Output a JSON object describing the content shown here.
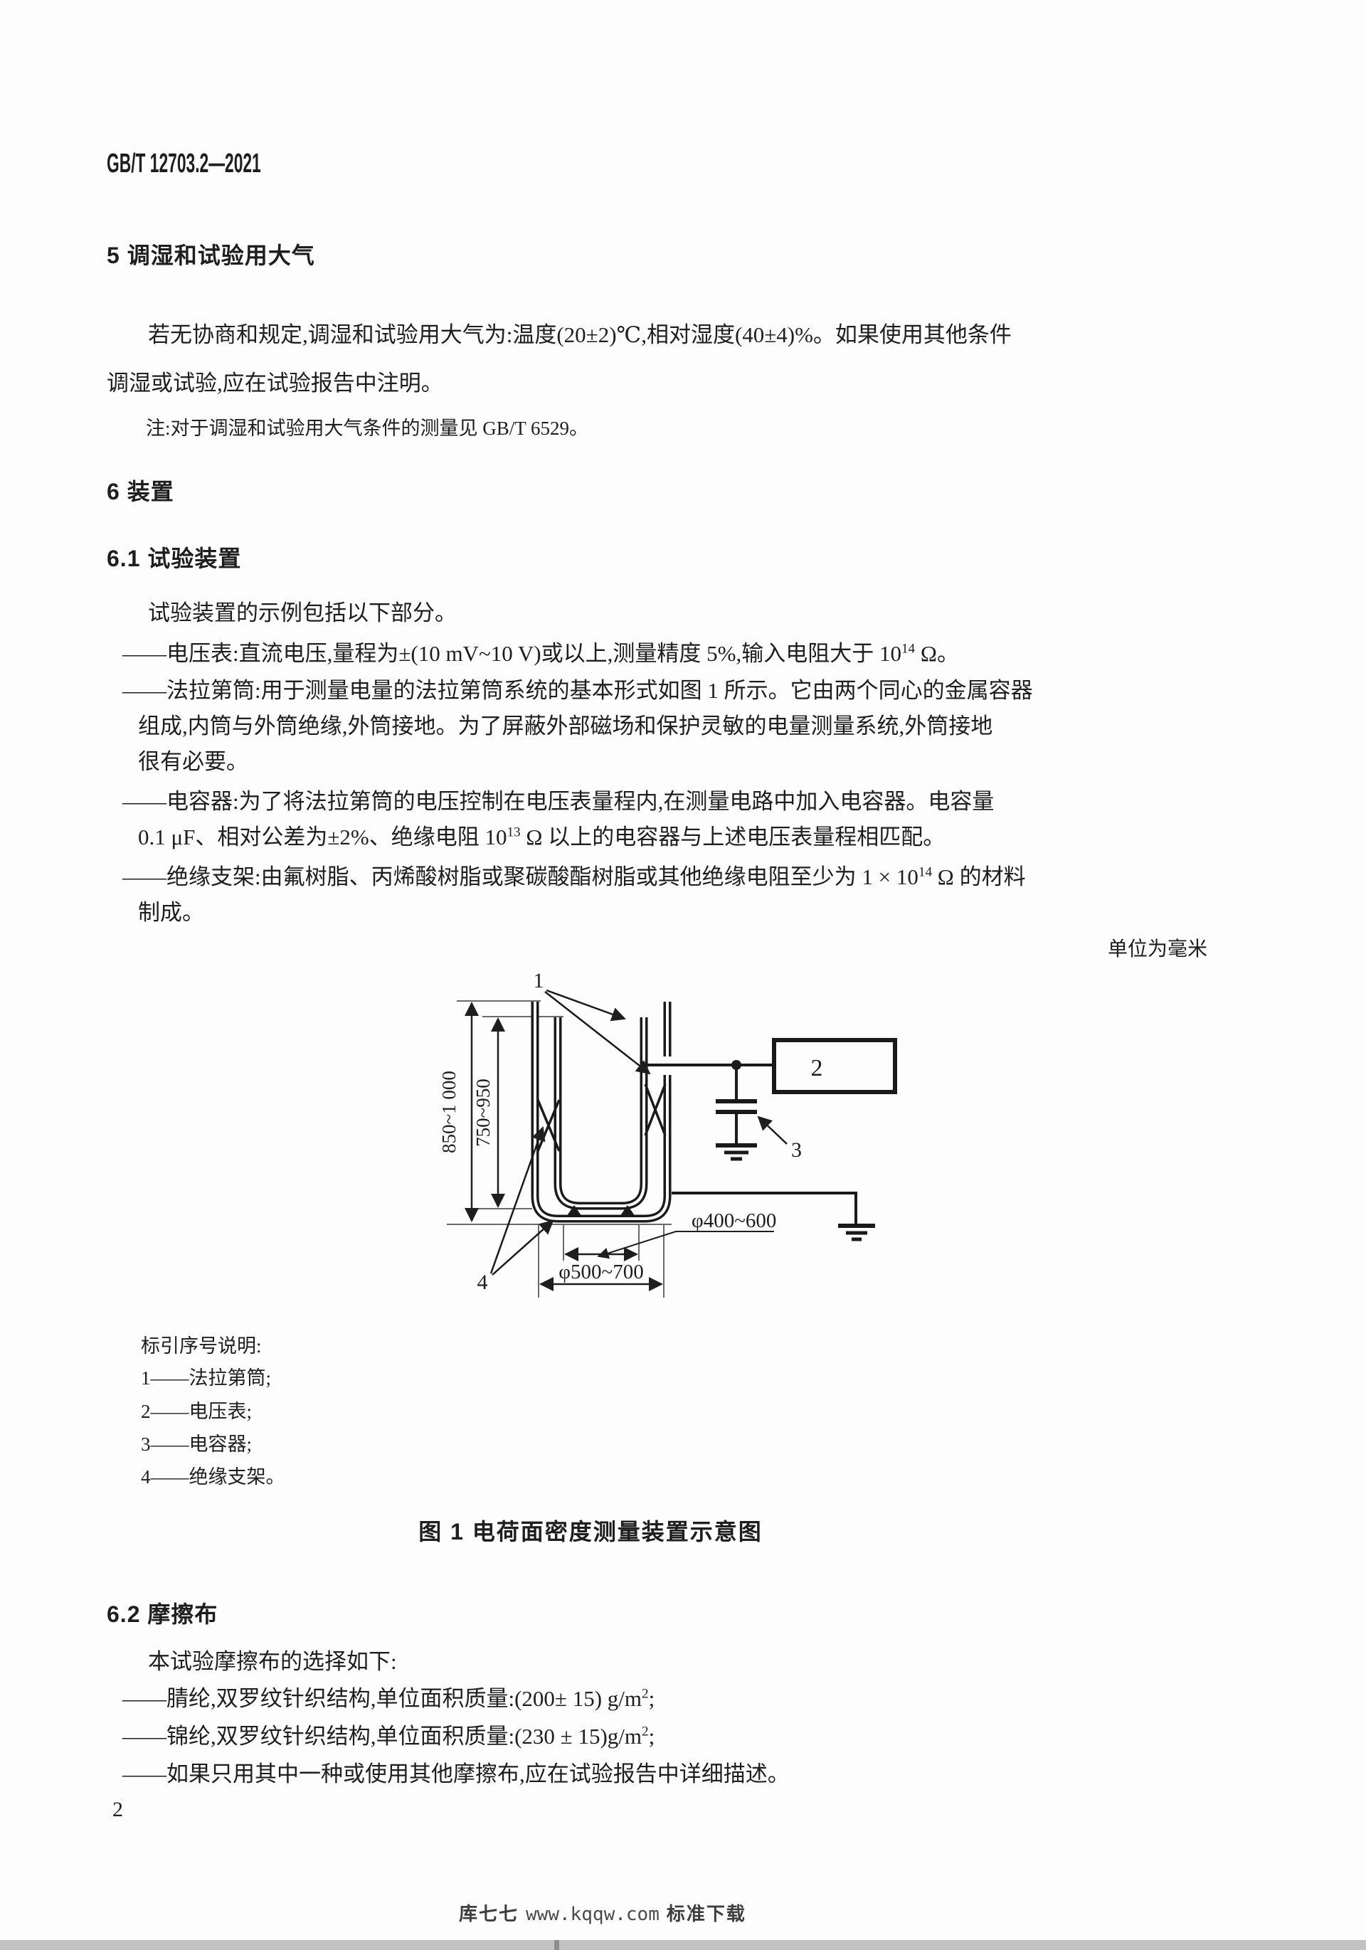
{
  "header": {
    "doc_code": "GB/T 12703.2—2021"
  },
  "clause5": {
    "heading": "5  调湿和试验用大气",
    "para_lines": [
      "若无协商和规定,调湿和试验用大气为:温度(20±2)℃,相对湿度(40±4)%。如果使用其他条件",
      "调湿或试验,应在试验报告中注明。"
    ],
    "note": "注:对于调湿和试验用大气条件的测量见 GB/T 6529。"
  },
  "clause6": {
    "heading": "6  装置",
    "c61": {
      "heading": "6.1  试验装置",
      "intro": "试验装置的示例包括以下部分。",
      "items": {
        "voltmeter": {
          "l1a": "——电压表:直流电压,量程为±(10 mV~10 V)或以上,测量精度 5%,输入电阻大于 10",
          "l1sup": "14",
          "l1b": " Ω。"
        },
        "faraday": {
          "l1": "——法拉第筒:用于测量电量的法拉第筒系统的基本形式如图 1 所示。它由两个同心的金属容器",
          "l2": "组成,内筒与外筒绝缘,外筒接地。为了屏蔽外部磁场和保护灵敏的电量测量系统,外筒接地",
          "l3": "很有必要。"
        },
        "capacitor": {
          "l1": "——电容器:为了将法拉第筒的电压控制在电压表量程内,在测量电路中加入电容器。电容量",
          "l2a": "0.1 μF、相对公差为±2%、绝缘电阻 10",
          "l2sup": "13",
          "l2b": " Ω 以上的电容器与上述电压表量程相匹配。"
        },
        "support": {
          "l1a": "——绝缘支架:由氟树脂、丙烯酸树脂或聚碳酸酯树脂或其他绝缘电阻至少为 1 × 10",
          "l1sup": "14",
          "l1b": " Ω 的材料",
          "l2": "制成。"
        }
      }
    },
    "c62": {
      "heading": "6.2  摩擦布",
      "intro": "本试验摩擦布的选择如下:",
      "items": {
        "acrylic": {
          "a": "——腈纶,双罗纹针织结构,单位面积质量:(200± 15) g/m",
          "sup": "2",
          "b": ";"
        },
        "nylon": {
          "a": "——锦纶,双罗纹针织结构,单位面积质量:(230 ± 15)g/m",
          "sup": "2",
          "b": ";"
        },
        "other": {
          "a": "——如果只用其中一种或使用其他摩擦布,应在试验报告中详细描述。"
        }
      }
    }
  },
  "figure": {
    "unit_note": "单位为毫米",
    "labels": {
      "faraday": "1",
      "voltmeter": "2",
      "capacitor": "3",
      "support": "4"
    },
    "dims": {
      "height_outer": "850~1 000",
      "height_inner": "750~950",
      "dia_inner": "φ400~600",
      "dia_outer": "φ500~700"
    },
    "legend_title": "标引序号说明:",
    "legend": [
      "1——法拉第筒;",
      "2——电压表;",
      "3——电容器;",
      "4——绝缘支架。"
    ],
    "caption": "图 1  电荷面密度测量装置示意图"
  },
  "footer": {
    "page_number": "2",
    "watermark": {
      "brand": "库七七",
      "url": "www.kqqw.com",
      "suffix": "标准下载"
    }
  },
  "colors": {
    "ink": "#1e1e1e",
    "bar": "#c3c3c3",
    "watermark": "#3d3d3d"
  }
}
